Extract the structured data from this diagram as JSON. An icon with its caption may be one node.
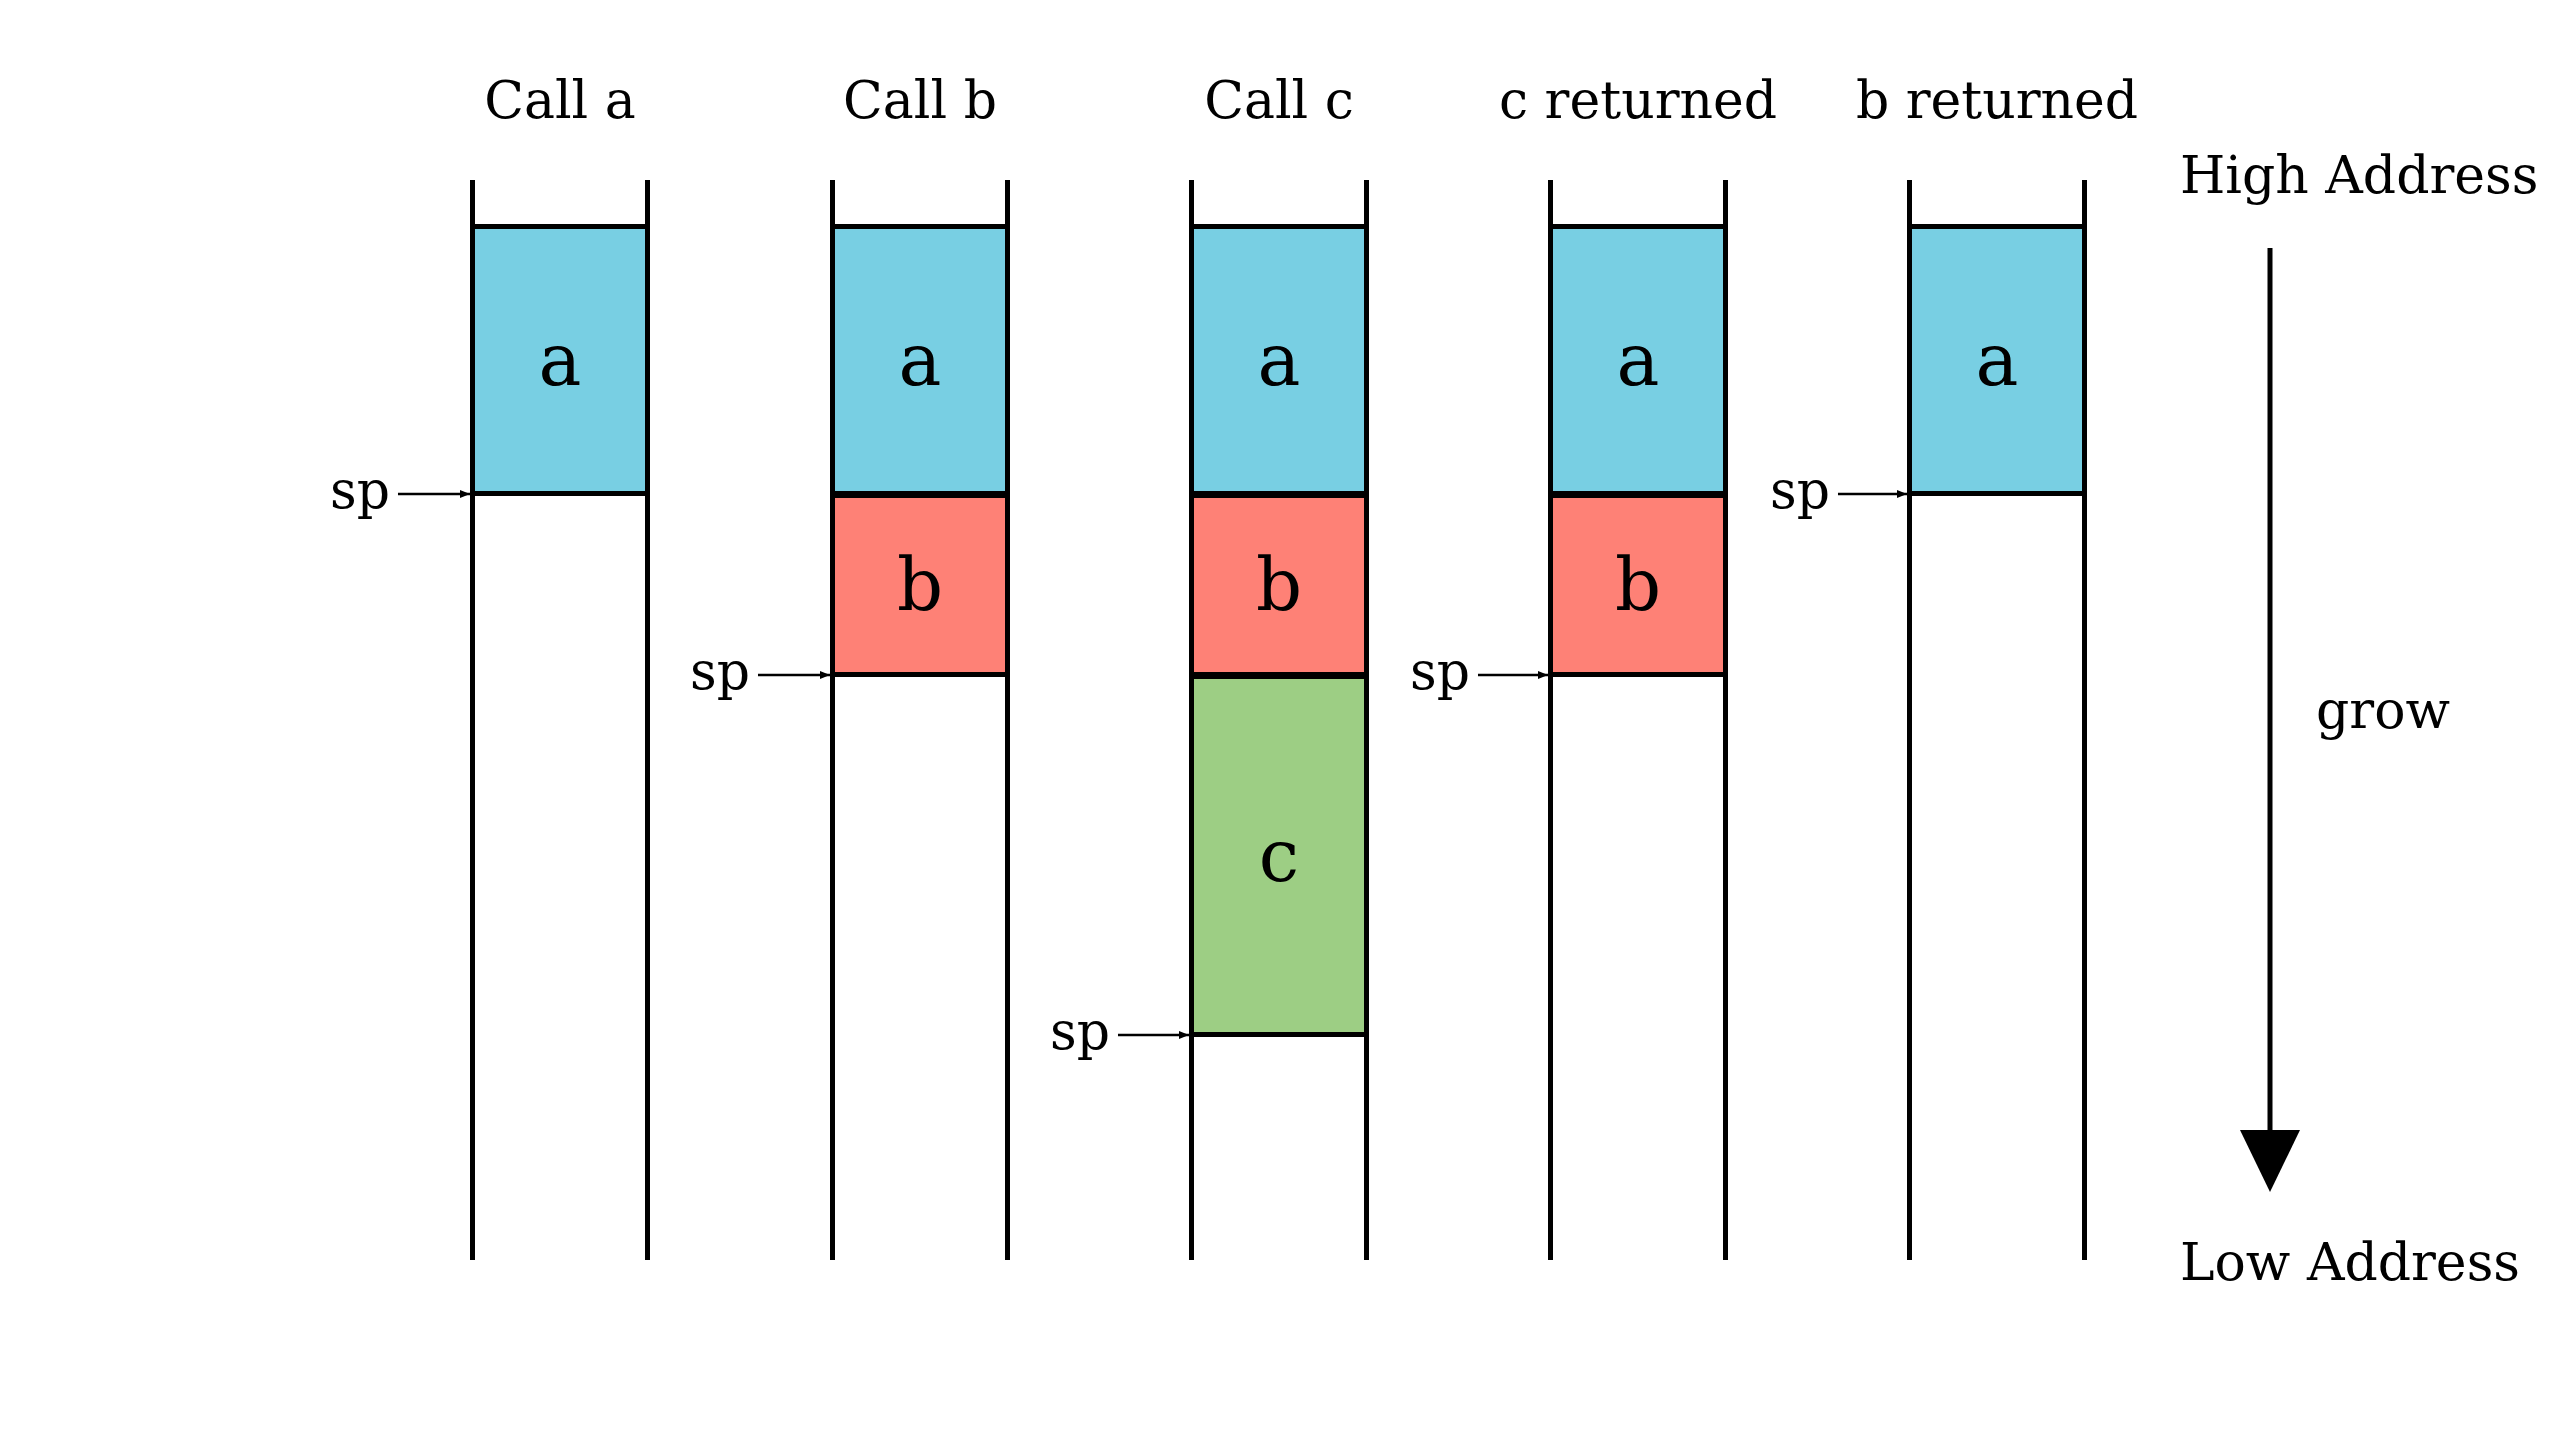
{
  "diagram": {
    "nodes": [
      {
        "text": [
          "Call a"
        ]
      },
      {
        "text": [
          "a"
        ],
        "in": 0
      },
      {
        "text": [
          "Call b"
        ]
      },
      {
        "text": [
          "a"
        ],
        "in": 2
      },
      {
        "text": [
          "b"
        ],
        "in": 2
      },
      {
        "text": [
          "Call c"
        ]
      },
      {
        "text": [
          "a"
        ],
        "in": 5
      },
      {
        "text": [
          "b"
        ],
        "in": 5
      },
      {
        "text": [
          "c"
        ],
        "in": 5
      },
      {
        "text": [
          "c returned"
        ]
      },
      {
        "text": [
          "a"
        ],
        "in": 9
      },
      {
        "text": [
          "b"
        ],
        "in": 9
      },
      {
        "text": [
          "b returned"
        ]
      },
      {
        "text": [
          "a"
        ],
        "in": 12
      },
      {
        "text": [
          "sp"
        ]
      },
      {
        "text": [
          "sp"
        ]
      },
      {
        "text": [
          "sp"
        ]
      },
      {
        "text": [
          "sp"
        ]
      },
      {
        "text": [
          "sp"
        ]
      }
    ],
    "edges": [
      {
        "from": 14,
        "to": 1,
        "arrow": "to"
      },
      {
        "from": 15,
        "to": 4,
        "arrow": "to"
      },
      {
        "from": 16,
        "to": 8,
        "arrow": "to"
      },
      {
        "from": 17,
        "to": 11,
        "arrow": "to"
      },
      {
        "from": 18,
        "to": 13,
        "arrow": "to"
      }
    ],
    "labels": [
      "High Address",
      "grow",
      "Low Address"
    ]
  }
}
